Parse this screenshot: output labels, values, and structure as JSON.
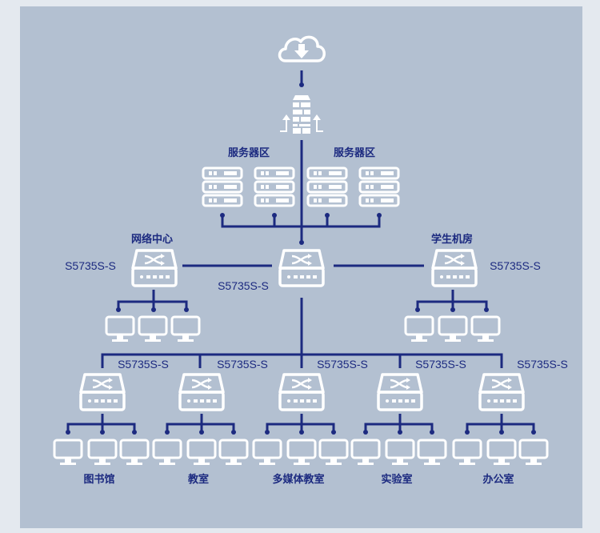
{
  "colors": {
    "background": "#b3c0d1",
    "line": "#1c2a80",
    "icon": "#ffffff"
  },
  "server_zone_labels": [
    "服务器区",
    "服务器区"
  ],
  "core_switch": {
    "model": "S5735S-S"
  },
  "left_branch": {
    "name": "网络中心",
    "model": "S5735S-S"
  },
  "right_branch": {
    "name": "学生机房",
    "model": "S5735S-S"
  },
  "access_switches": [
    {
      "model": "S5735S-S",
      "location": "图书馆"
    },
    {
      "model": "S5735S-S",
      "location": "教室"
    },
    {
      "model": "S5735S-S",
      "location": "多媒体教室"
    },
    {
      "model": "S5735S-S",
      "location": "实验室"
    },
    {
      "model": "S5735S-S",
      "location": "办公室"
    }
  ]
}
